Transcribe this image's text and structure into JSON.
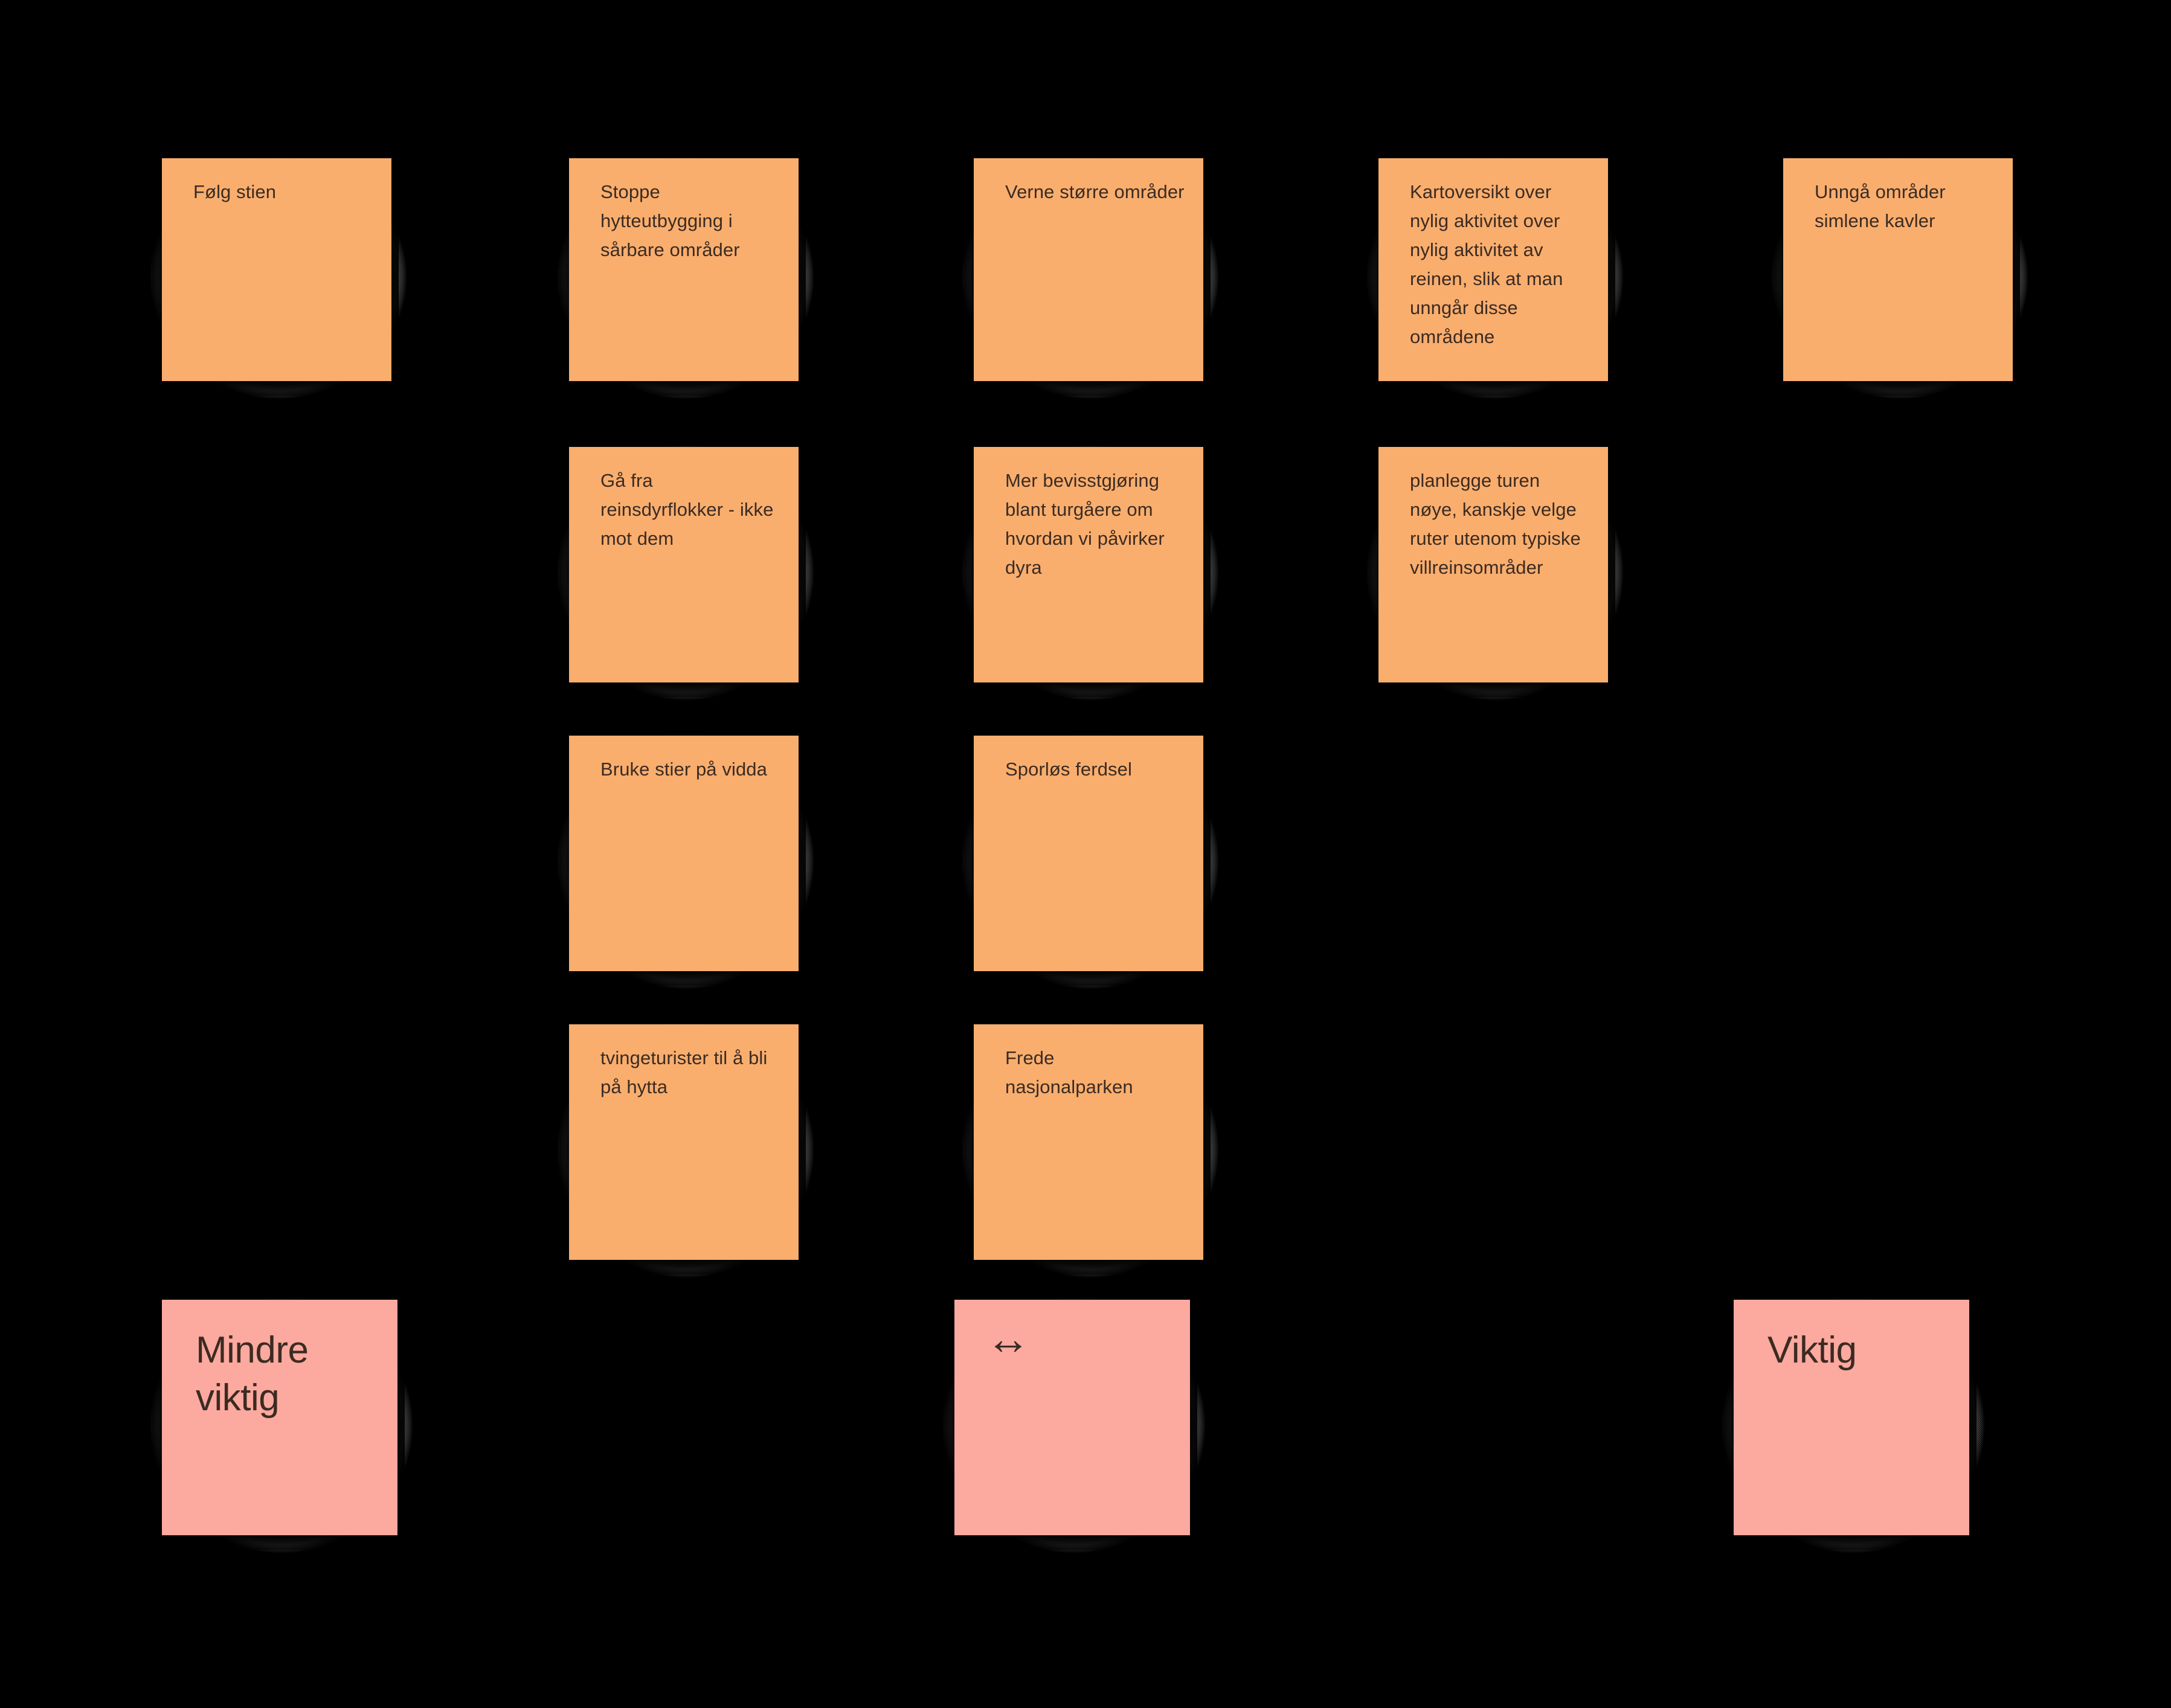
{
  "board": {
    "background_color": "#000000",
    "note_color_idea": "#f9ae6e",
    "note_color_scale": "#fca9a0",
    "text_color": "#3b2b22"
  },
  "idea_notes": [
    {
      "id": "folg-stien",
      "text": "Følg stien",
      "col": 1,
      "row": 1
    },
    {
      "id": "stoppe-hytteutbygging",
      "text": "Stoppe hytteutbygging i sårbare områder",
      "col": 2,
      "row": 1
    },
    {
      "id": "verne-storre-omrader",
      "text": "Verne større områder",
      "col": 3,
      "row": 1
    },
    {
      "id": "kartoversikt",
      "text": "Kartoversikt over nylig aktivitet over nylig aktivitet av reinen, slik at man unngår disse områdene",
      "col": 4,
      "row": 1
    },
    {
      "id": "unnga-omrader",
      "text": "Unngå områder simlene kavler",
      "col": 5,
      "row": 1
    },
    {
      "id": "ga-fra-reinsdyrflokker",
      "text": "Gå fra reinsdyrflokker - ikke mot dem",
      "col": 2,
      "row": 2
    },
    {
      "id": "mer-bevisstgjoring",
      "text": "Mer bevisstgjøring blant turgåere om hvordan vi påvirker dyra",
      "col": 3,
      "row": 2
    },
    {
      "id": "planlegge-turen",
      "text": "planlegge turen nøye, kanskje velge ruter utenom typiske villreinsområder",
      "col": 4,
      "row": 2
    },
    {
      "id": "bruke-stier-pa-vidda",
      "text": "Bruke stier på vidda",
      "col": 2,
      "row": 3
    },
    {
      "id": "sporlos-ferdsel",
      "text": "Sporløs ferdsel",
      "col": 3,
      "row": 3
    },
    {
      "id": "tvinge-turister",
      "text": "tvingeturister til å bli på hytta",
      "col": 2,
      "row": 4
    },
    {
      "id": "frede-nasjonalparken",
      "text": "Frede nasjonalparken",
      "col": 3,
      "row": 4
    }
  ],
  "scale_notes": [
    {
      "id": "mindre-viktig",
      "text": "Mindre viktig",
      "icon": ""
    },
    {
      "id": "scale-midpoint",
      "text": "↔",
      "icon": "left-right-arrow-icon"
    },
    {
      "id": "viktig",
      "text": "Viktig",
      "icon": ""
    }
  ]
}
